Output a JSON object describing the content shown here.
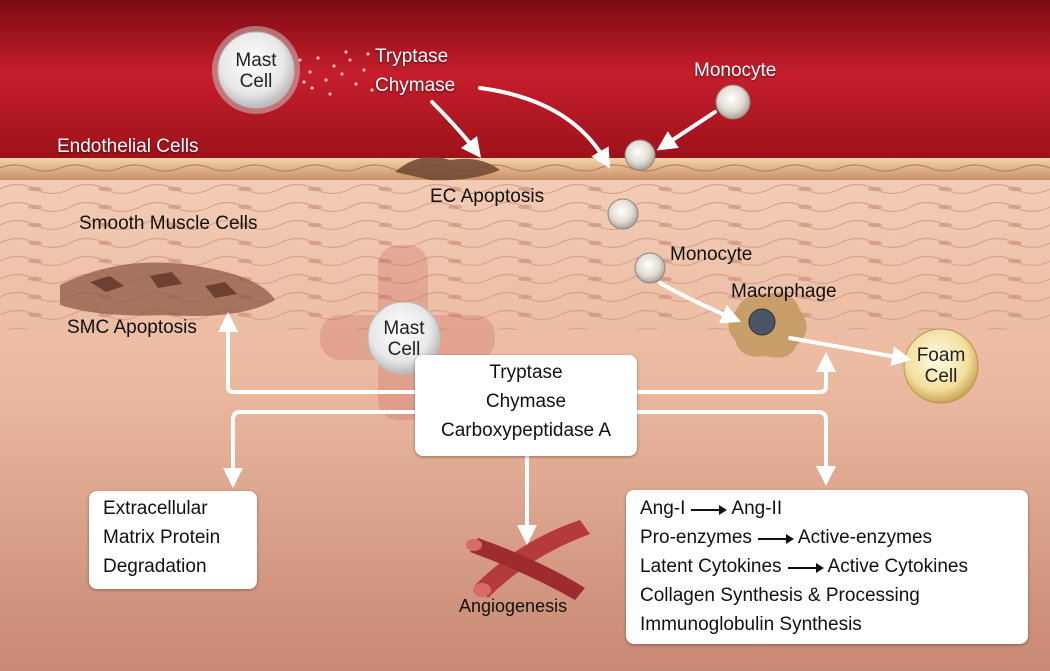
{
  "colors": {
    "lumen_top": "#c11d2a",
    "lumen_bottom": "#8a0f18",
    "endothelium": "#e9b98e",
    "tissue_light": "#eec1a6",
    "tissue_dark": "#c98c78",
    "arrow": "#ffffff",
    "box_bg": "#ffffff"
  },
  "labels": {
    "mast_cell_top": "Mast\nCell",
    "tryptase_top": "Tryptase",
    "chymase_top": "Chymase",
    "monocyte_top": "Monocyte",
    "endothelial_cells": "Endothelial Cells",
    "ec_apoptosis": "EC Apoptosis",
    "smooth_muscle_cells": "Smooth Muscle Cells",
    "smc_apoptosis": "SMC Apoptosis",
    "monocyte_mid": "Monocyte",
    "macrophage": "Macrophage",
    "foam_cell": "Foam\nCell",
    "mast_cell_center": "Mast\nCell",
    "angiogenesis": "Angiogenesis"
  },
  "center_box": [
    "Tryptase",
    "Chymase",
    "Carboxypeptidase A"
  ],
  "ecm_box": [
    "Extracellular",
    "Matrix Protein",
    "Degradation"
  ],
  "effects_box": {
    "conversions": [
      {
        "from": "Ang-I",
        "to": "Ang-II"
      },
      {
        "from": "Pro-enzymes",
        "to": "Active-enzymes"
      },
      {
        "from": "Latent Cytokines",
        "to": "Active Cytokines"
      }
    ],
    "lines": [
      "Collagen Synthesis & Processing",
      "Immunoglobulin Synthesis"
    ]
  }
}
